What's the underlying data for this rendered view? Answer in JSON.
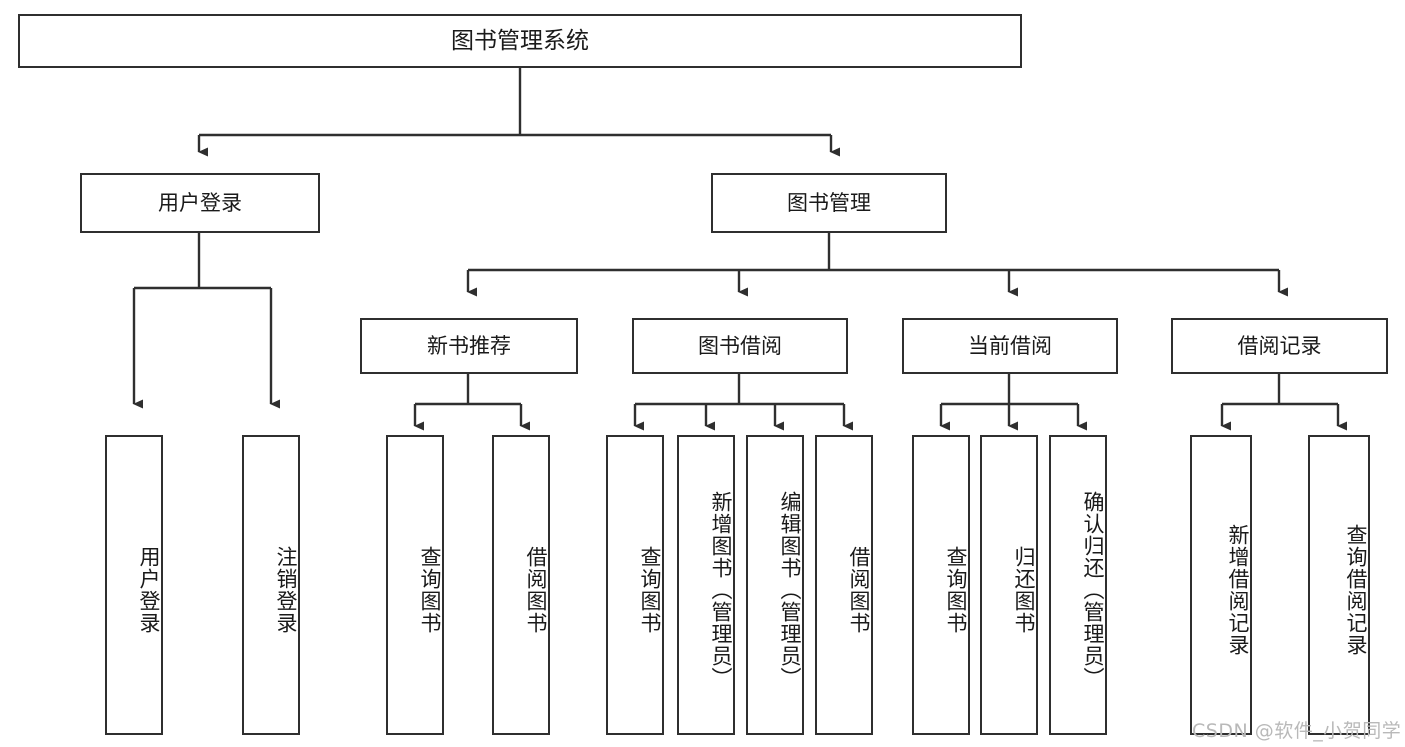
{
  "diagram": {
    "title": "图书管理系统",
    "type": "hierarchy-tree",
    "root": {
      "label": "图书管理系统"
    },
    "level1": [
      {
        "label": "用户登录"
      },
      {
        "label": "图书管理"
      }
    ],
    "level2": [
      {
        "label": "新书推荐"
      },
      {
        "label": "图书借阅"
      },
      {
        "label": "当前借阅"
      },
      {
        "label": "借阅记录"
      }
    ],
    "leaves": {
      "user_login": [
        {
          "label": "用户登录"
        },
        {
          "label": "注销登录"
        }
      ],
      "new_book": [
        {
          "label": "查询图书"
        },
        {
          "label": "借阅图书"
        }
      ],
      "book_borrow": [
        {
          "label": "查询图书"
        },
        {
          "label": "新增图书（管理员）"
        },
        {
          "label": "编辑图书（管理员）"
        },
        {
          "label": "借阅图书"
        }
      ],
      "current_borrow": [
        {
          "label": "查询图书"
        },
        {
          "label": "归还图书"
        },
        {
          "label": "确认归还（管理员）"
        }
      ],
      "borrow_record": [
        {
          "label": "新增借阅记录"
        },
        {
          "label": "查询借阅记录"
        }
      ]
    }
  },
  "watermark": {
    "text": "CSDN @软件_小贺同学"
  },
  "colors": {
    "stroke": "#2f2f2f",
    "background": "#ffffff",
    "text": "#1a1a1a",
    "watermark": "#b9b9b9"
  }
}
